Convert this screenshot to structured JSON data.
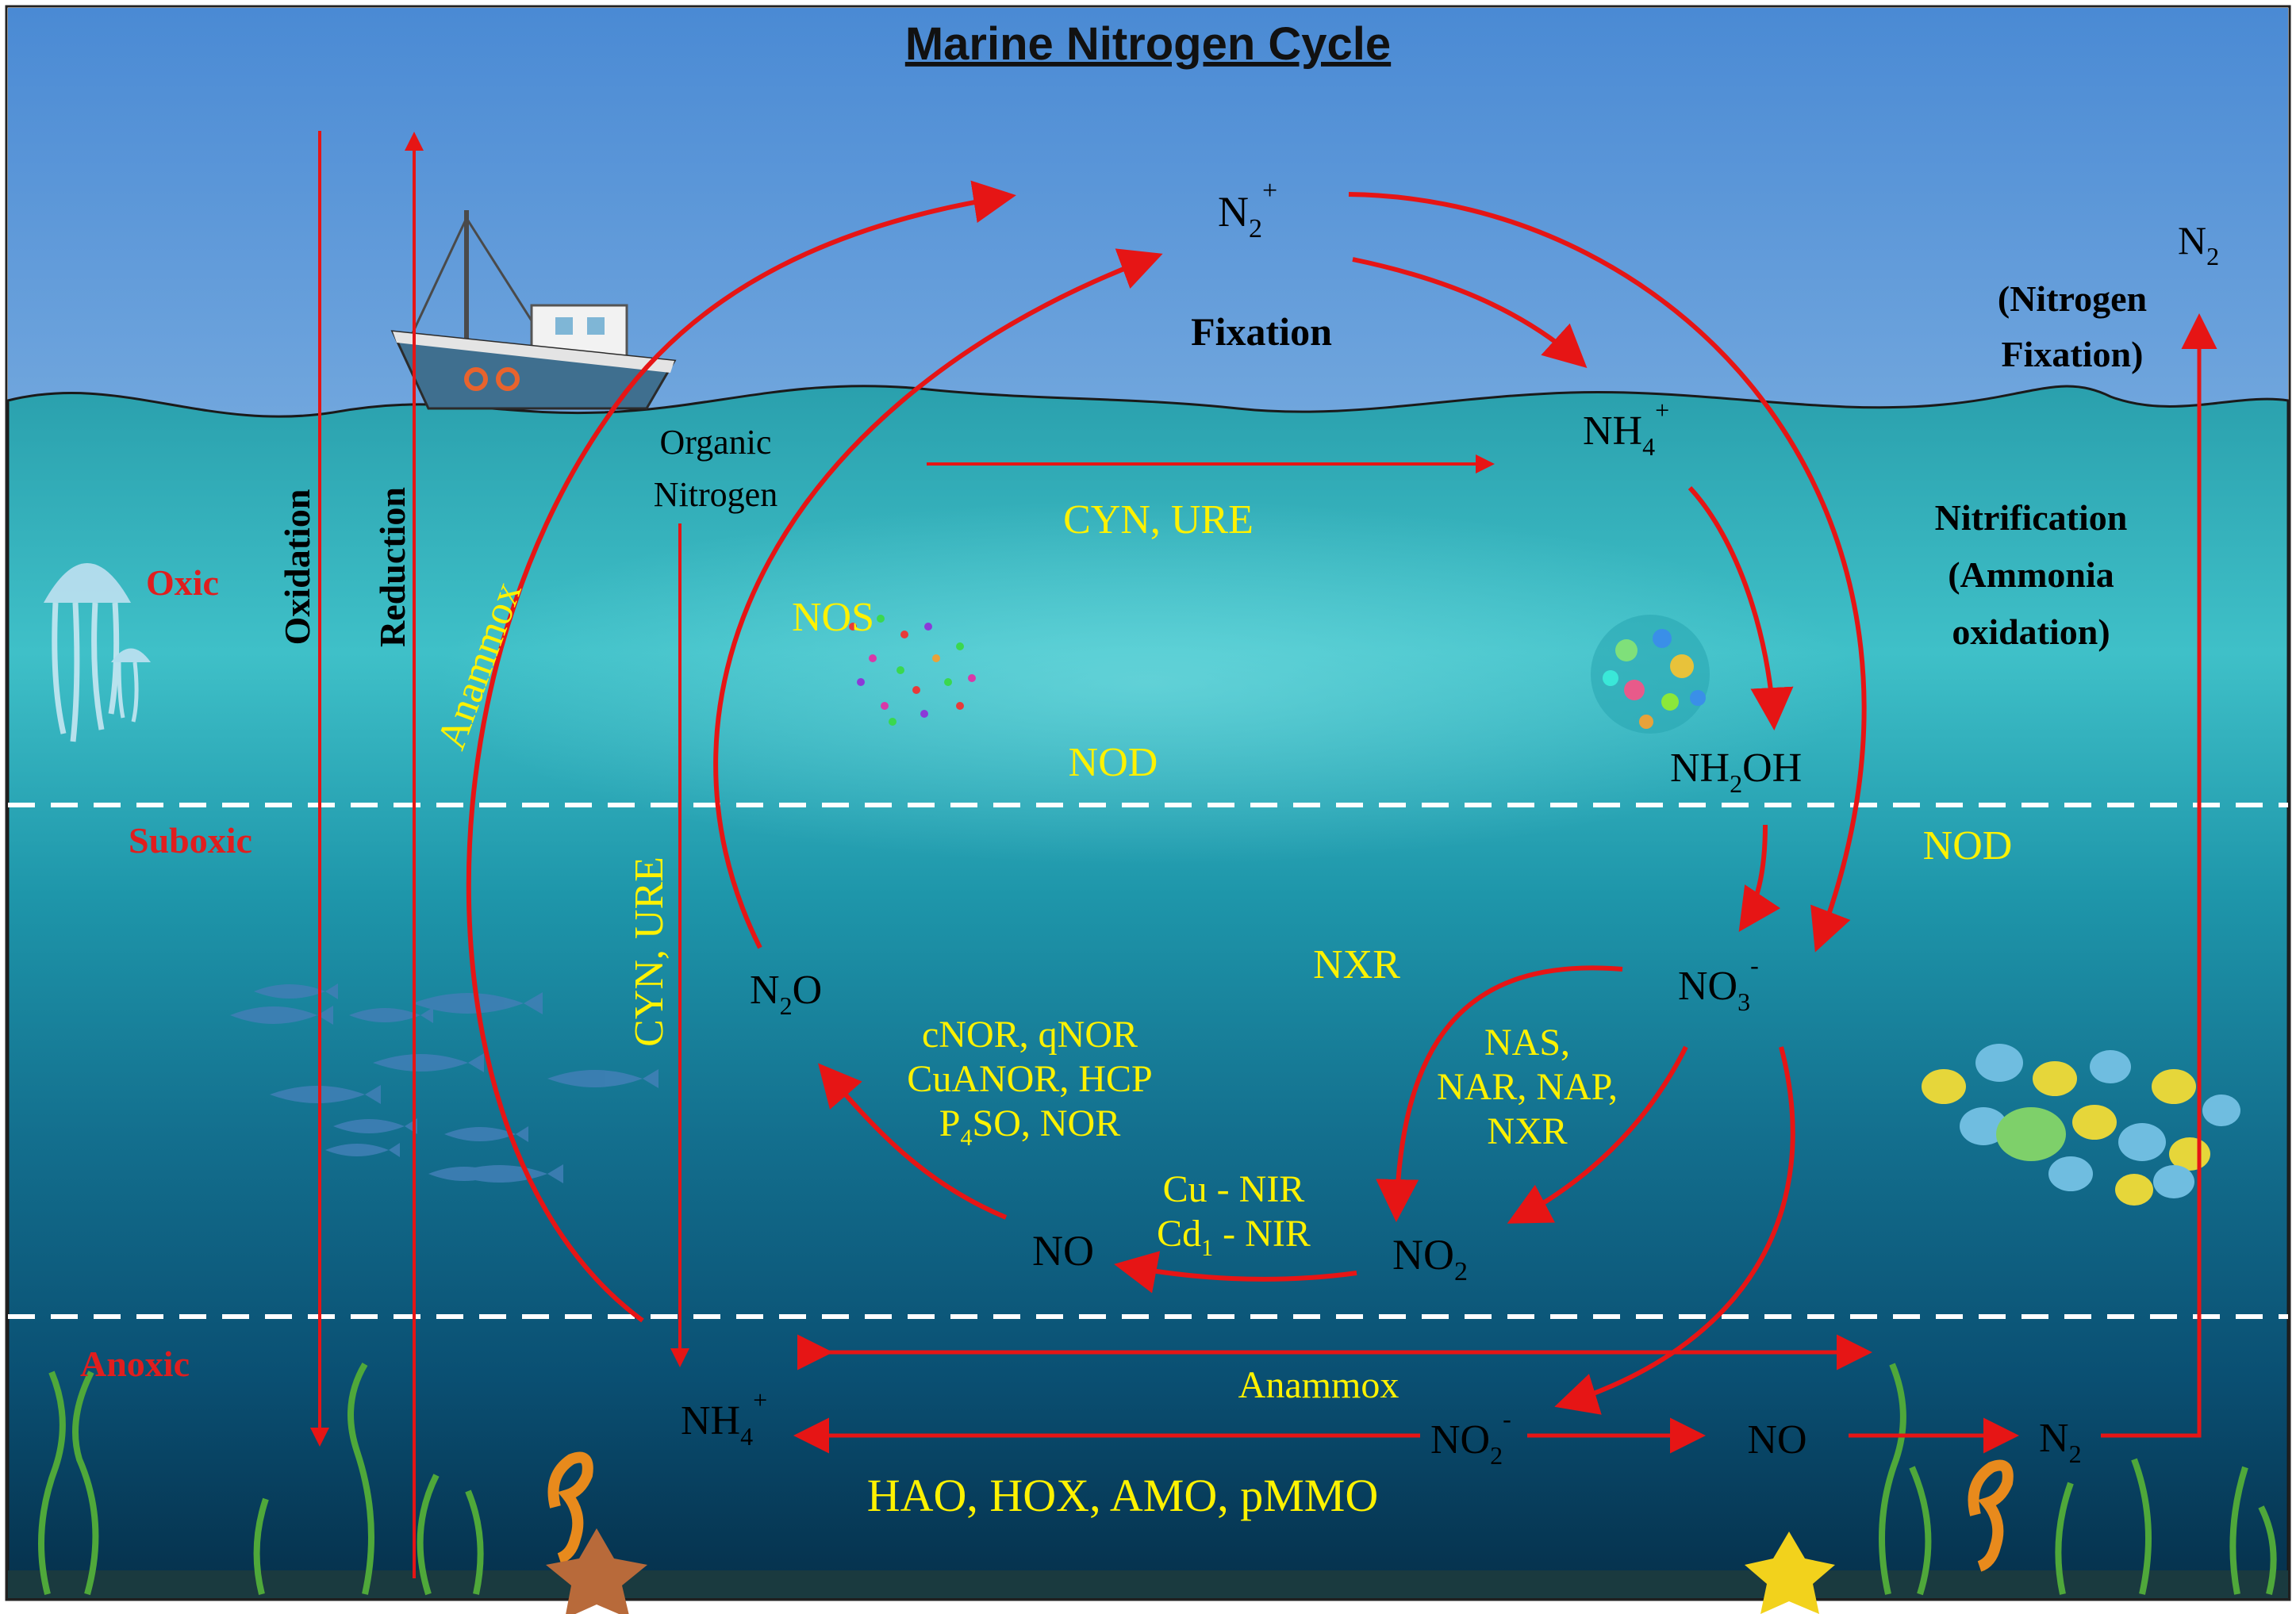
{
  "title": "Marine Nitrogen Cycle",
  "zones": {
    "oxic": "Oxic",
    "suboxic": "Suboxic",
    "anoxic": "Anoxic"
  },
  "side_axes": {
    "oxidation": "Oxidation",
    "reduction": "Reduction"
  },
  "top": {
    "n2_plus": {
      "base": "N",
      "sub": "2",
      "sup": "+"
    },
    "fixation": "Fixation",
    "n2_right": {
      "base": "N",
      "sub": "2"
    },
    "nitrogen_fixation_line1": "(Nitrogen",
    "nitrogen_fixation_line2": "Fixation)"
  },
  "species": {
    "organic_nitrogen_line1": "Organic",
    "organic_nitrogen_line2": "Nitrogen",
    "nh4_top": {
      "base": "NH",
      "sub": "4",
      "sup": "+"
    },
    "nh2oh": {
      "base": "NH",
      "sub": "2",
      "tail": "OH"
    },
    "no3": {
      "base": "NO",
      "sub": "3",
      "sup": "-"
    },
    "n2o": {
      "base": "N",
      "sub": "2",
      "tail": "O"
    },
    "no_mid": "NO",
    "no2_mid": {
      "base": "NO",
      "sub": "2"
    },
    "nh4_bottom": {
      "base": "NH",
      "sub": "4",
      "sup": "+"
    },
    "no2_bottom": {
      "base": "NO",
      "sub": "2",
      "sup": "-"
    },
    "no_bottom": "NO",
    "n2_bottom": {
      "base": "N",
      "sub": "2"
    }
  },
  "processes": {
    "anammox_vertical": "Anammox",
    "nitrification_line1": "Nitrification",
    "nitrification_line2": "(Ammonia",
    "nitrification_line3": "oxidation)"
  },
  "enzymes": {
    "cyn_ure_top": "CYN, URE",
    "cyn_ure_vertical": "CYN, URE",
    "nos": "NOS",
    "nod_center": "NOD",
    "nod_right": "NOD",
    "nxr": "NXR",
    "nas_line1": "NAS,",
    "nas_line2": "NAR, NAP,",
    "nas_line3": "NXR",
    "nor_line1": "cNOR, qNOR",
    "nor_line2": "CuANOR, HCP",
    "nor_line3_pre": "P",
    "nor_line3_sub": "4",
    "nor_line3_post": "SO, NOR",
    "nir_line1": "Cu - NIR",
    "nir_line2_pre": "Cd",
    "nir_line2_sub": "1",
    "nir_line2_post": " - NIR",
    "anammox_bottom": "Anammox",
    "hao_line": "HAO, HOX, AMO, pMMO"
  },
  "colors": {
    "sky_top": "#4e8fd6",
    "sky_bottom": "#dcebf6",
    "water_top": "#33a7b4",
    "water_mid": "#1b8a9f",
    "water_deep": "#063c59",
    "arrow": "#e61515",
    "enzyme_text": "#fff200",
    "zone_text": "#e01e1e",
    "species_text": "#000000",
    "zone_line": "#ffffff"
  }
}
